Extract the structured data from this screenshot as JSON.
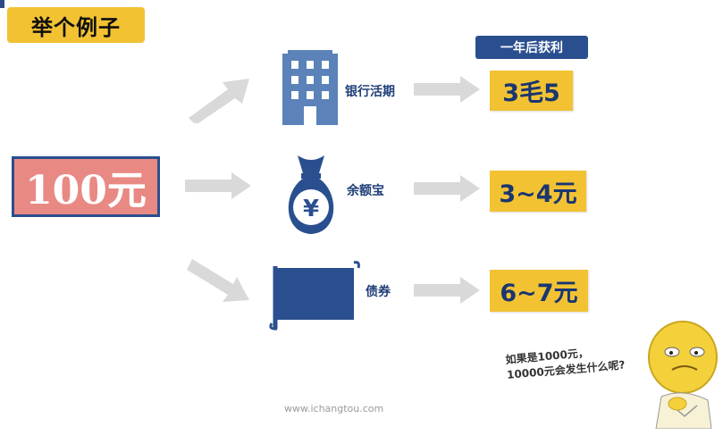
{
  "title": "举个例子",
  "amount": "100元",
  "result_header": "一年后获利",
  "options": [
    {
      "label": "银行活期",
      "icon": "bank-building-icon",
      "result": "3毛5"
    },
    {
      "label": "余额宝",
      "icon": "money-bag-icon",
      "result": "3~4元"
    },
    {
      "label": "债券",
      "icon": "bond-scroll-icon",
      "result": "6~7元"
    }
  ],
  "question_lines": [
    "如果是1000元，",
    "10000元会发生什么呢?"
  ],
  "website": "www.ichangtou.com",
  "colors": {
    "accent_yellow": "#f2c233",
    "navy": "#2a4f8f",
    "salmon": "#e98984",
    "arrow_gray": "#d9d9d9",
    "icon_blue": "#5b82b9"
  }
}
